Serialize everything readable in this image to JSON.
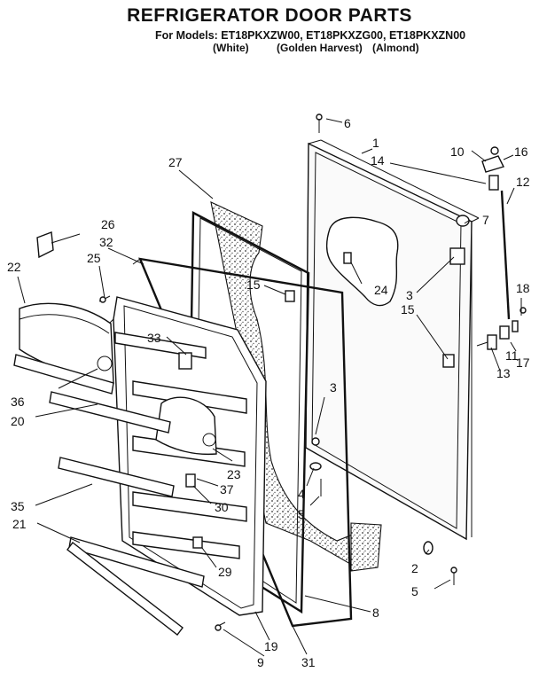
{
  "header": {
    "title": "REFRIGERATOR DOOR PARTS",
    "models": "For Models: ET18PKXZW00, ET18PKXZG00, ET18PKXZN00",
    "colors": [
      "(White)",
      "(Golden Harvest)",
      "(Almond)"
    ]
  },
  "callouts": [
    "1",
    "2",
    "3",
    "3",
    "4",
    "5",
    "5",
    "6",
    "7",
    "8",
    "9",
    "10",
    "11",
    "12",
    "13",
    "14",
    "15",
    "15",
    "16",
    "17",
    "18",
    "19",
    "20",
    "21",
    "22",
    "23",
    "24",
    "25",
    "26",
    "27",
    "29",
    "30",
    "31",
    "32",
    "33",
    "35",
    "36",
    "37"
  ]
}
